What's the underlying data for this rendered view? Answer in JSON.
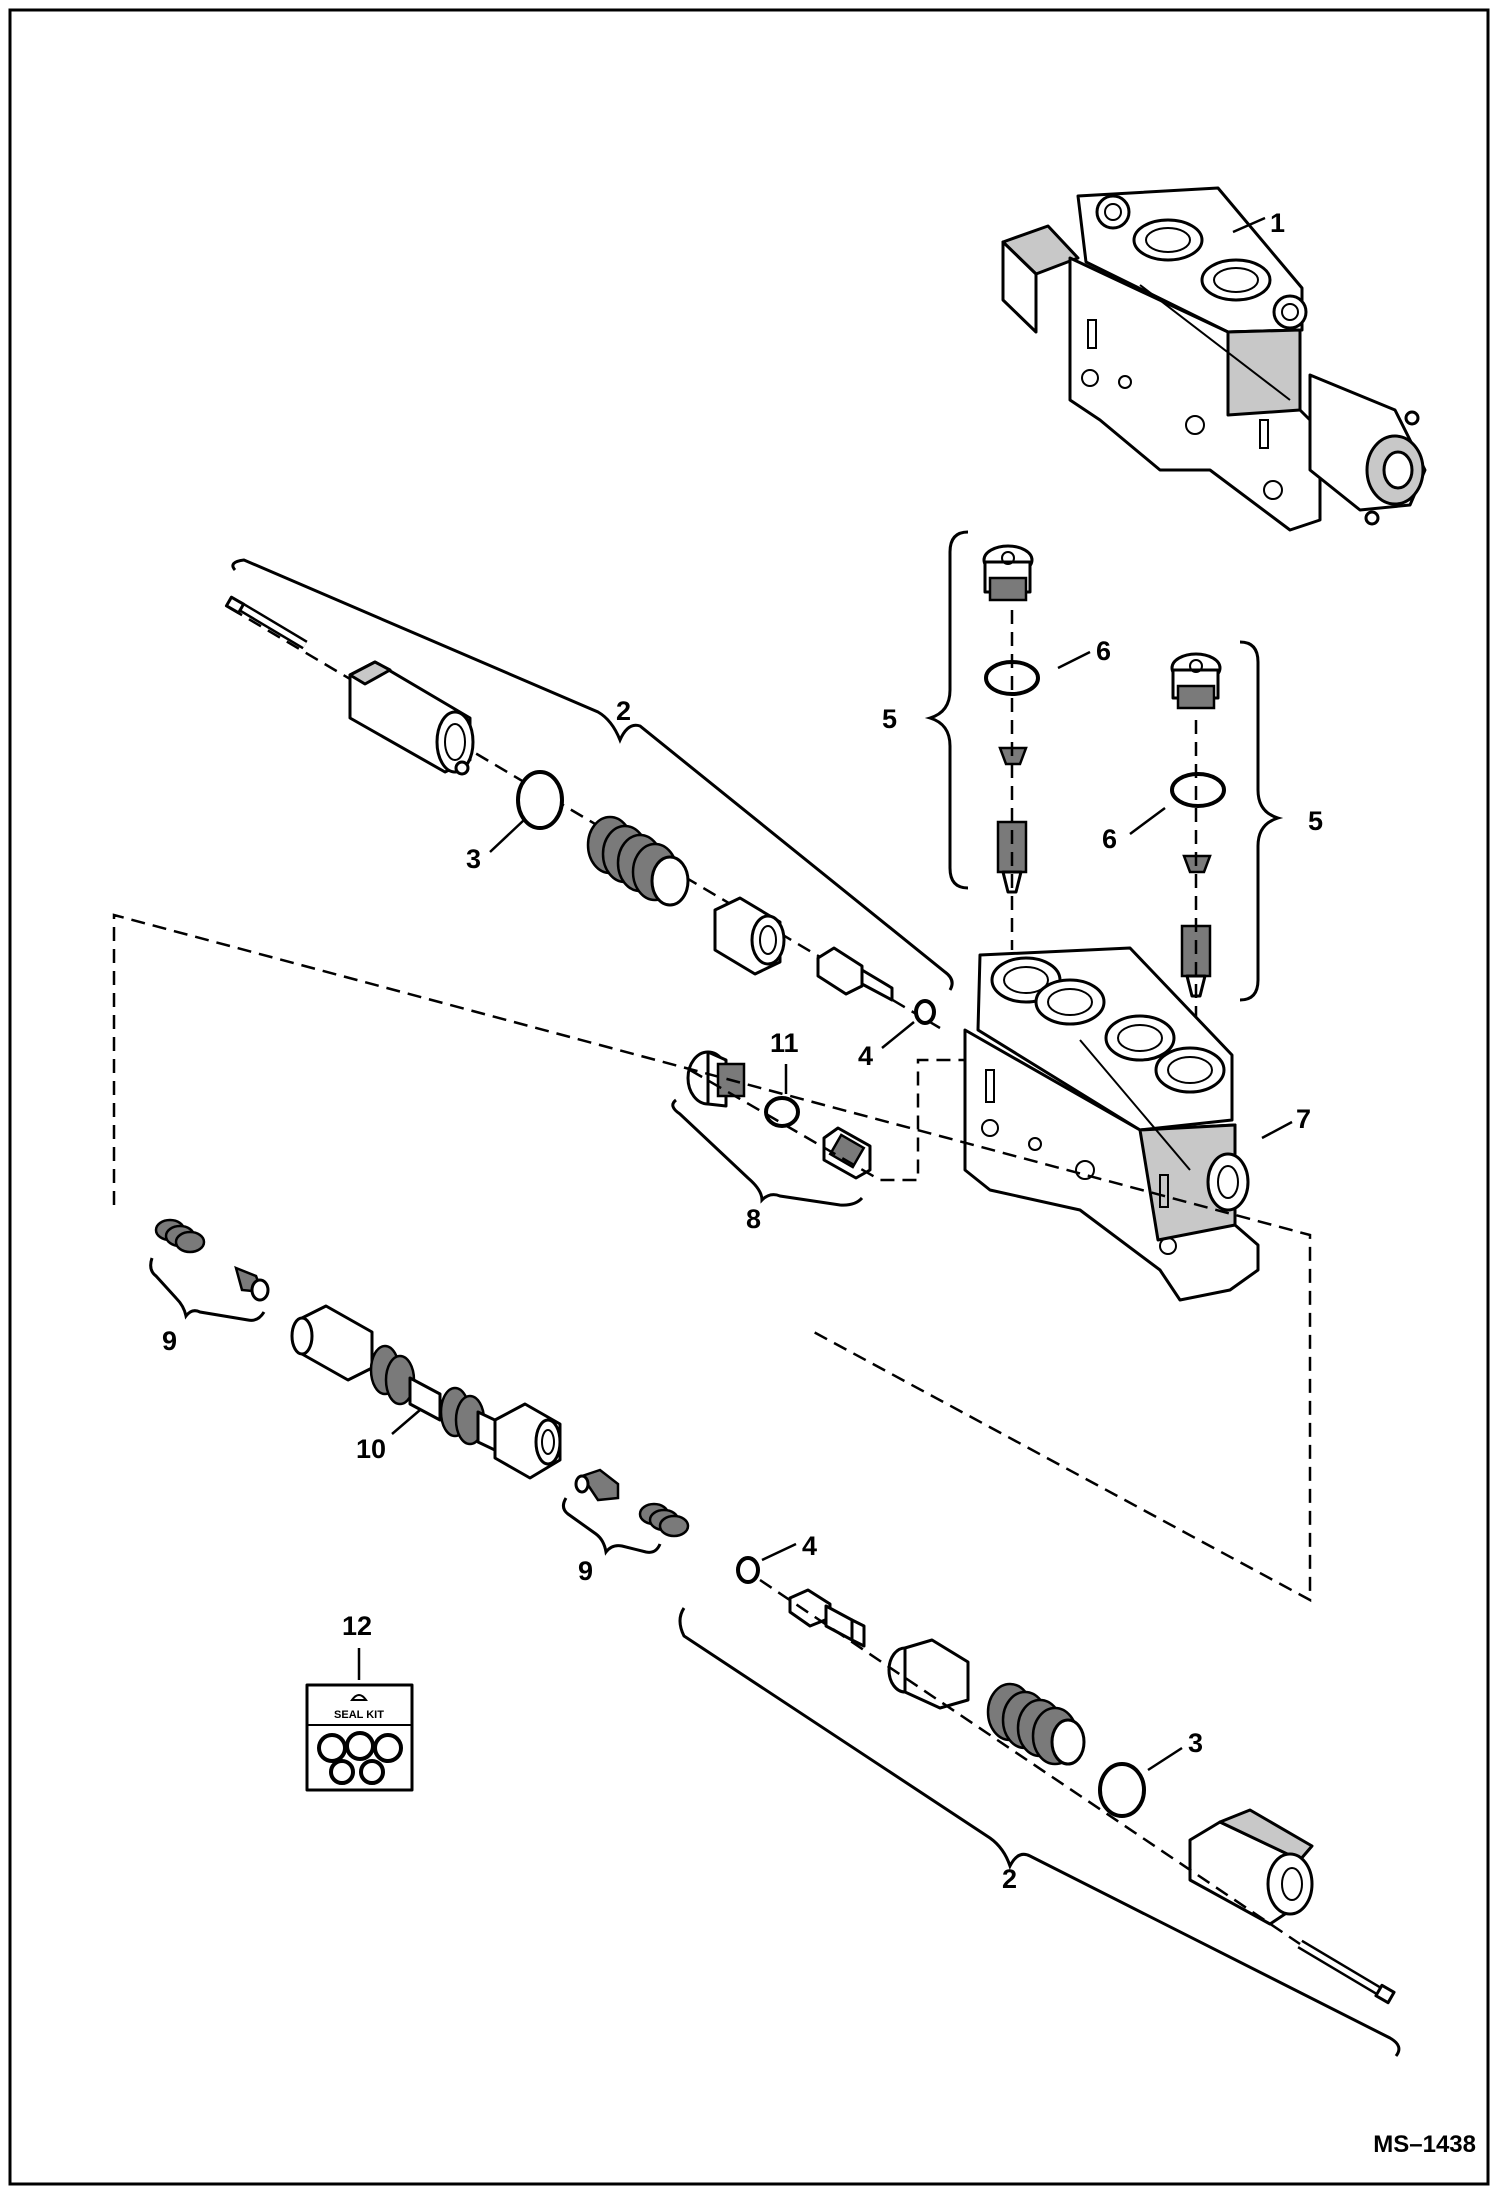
{
  "callouts": {
    "c1": "1",
    "c2a": "2",
    "c2b": "2",
    "c3a": "3",
    "c3b": "3",
    "c4a": "4",
    "c4b": "4",
    "c5a": "5",
    "c5b": "5",
    "c6a": "6",
    "c6b": "6",
    "c7": "7",
    "c8": "8",
    "c9a": "9",
    "c9b": "9",
    "c10": "10",
    "c11": "11",
    "c12": "12"
  },
  "seal_kit_label": "SEAL KIT",
  "drawing_number": "MS–1438"
}
